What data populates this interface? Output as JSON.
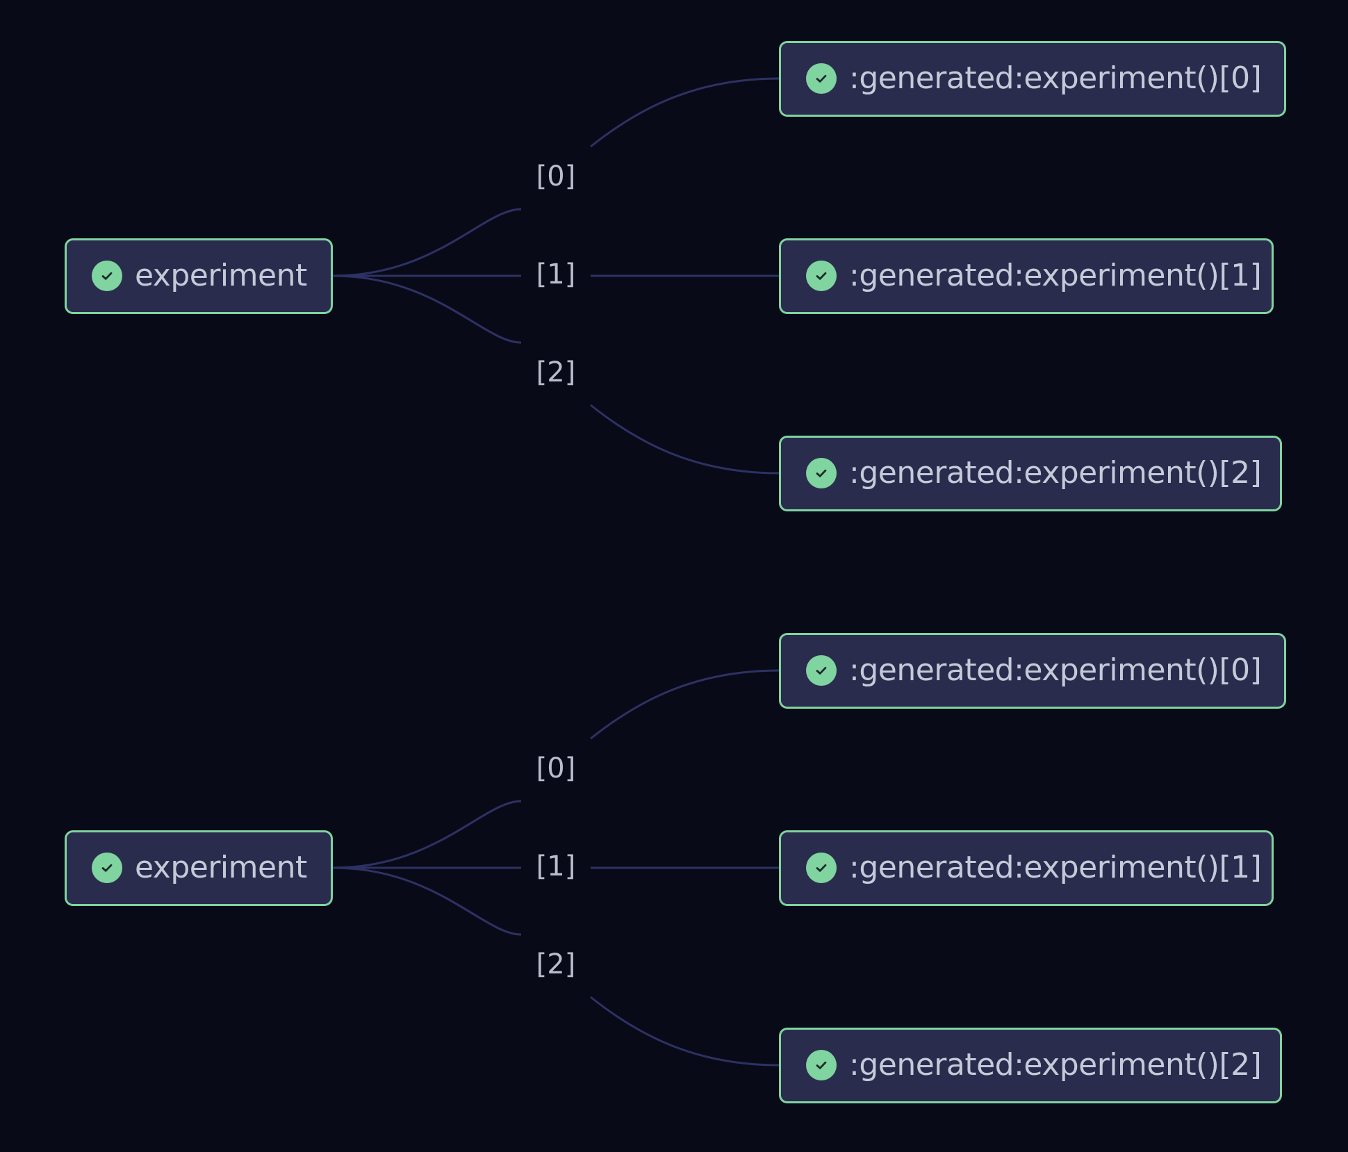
{
  "colors": {
    "background": "#080a17",
    "node_fill": "#2a2c4e",
    "node_border": "#7fd4a0",
    "edge": "#2e3163",
    "text": "#c6c9d8",
    "status_success": "#7fd4a0"
  },
  "status_icon": "check-circle-icon",
  "groups": [
    {
      "parent": {
        "label": "experiment",
        "status": "success"
      },
      "children": [
        {
          "edge_label": "[0]",
          "label": ":generated:experiment()[0]",
          "status": "success"
        },
        {
          "edge_label": "[1]",
          "label": ":generated:experiment()[1]",
          "status": "success"
        },
        {
          "edge_label": "[2]",
          "label": ":generated:experiment()[2]",
          "status": "success"
        }
      ]
    },
    {
      "parent": {
        "label": "experiment",
        "status": "success"
      },
      "children": [
        {
          "edge_label": "[0]",
          "label": ":generated:experiment()[0]",
          "status": "success"
        },
        {
          "edge_label": "[1]",
          "label": ":generated:experiment()[1]",
          "status": "success"
        },
        {
          "edge_label": "[2]",
          "label": ":generated:experiment()[2]",
          "status": "success"
        }
      ]
    }
  ]
}
